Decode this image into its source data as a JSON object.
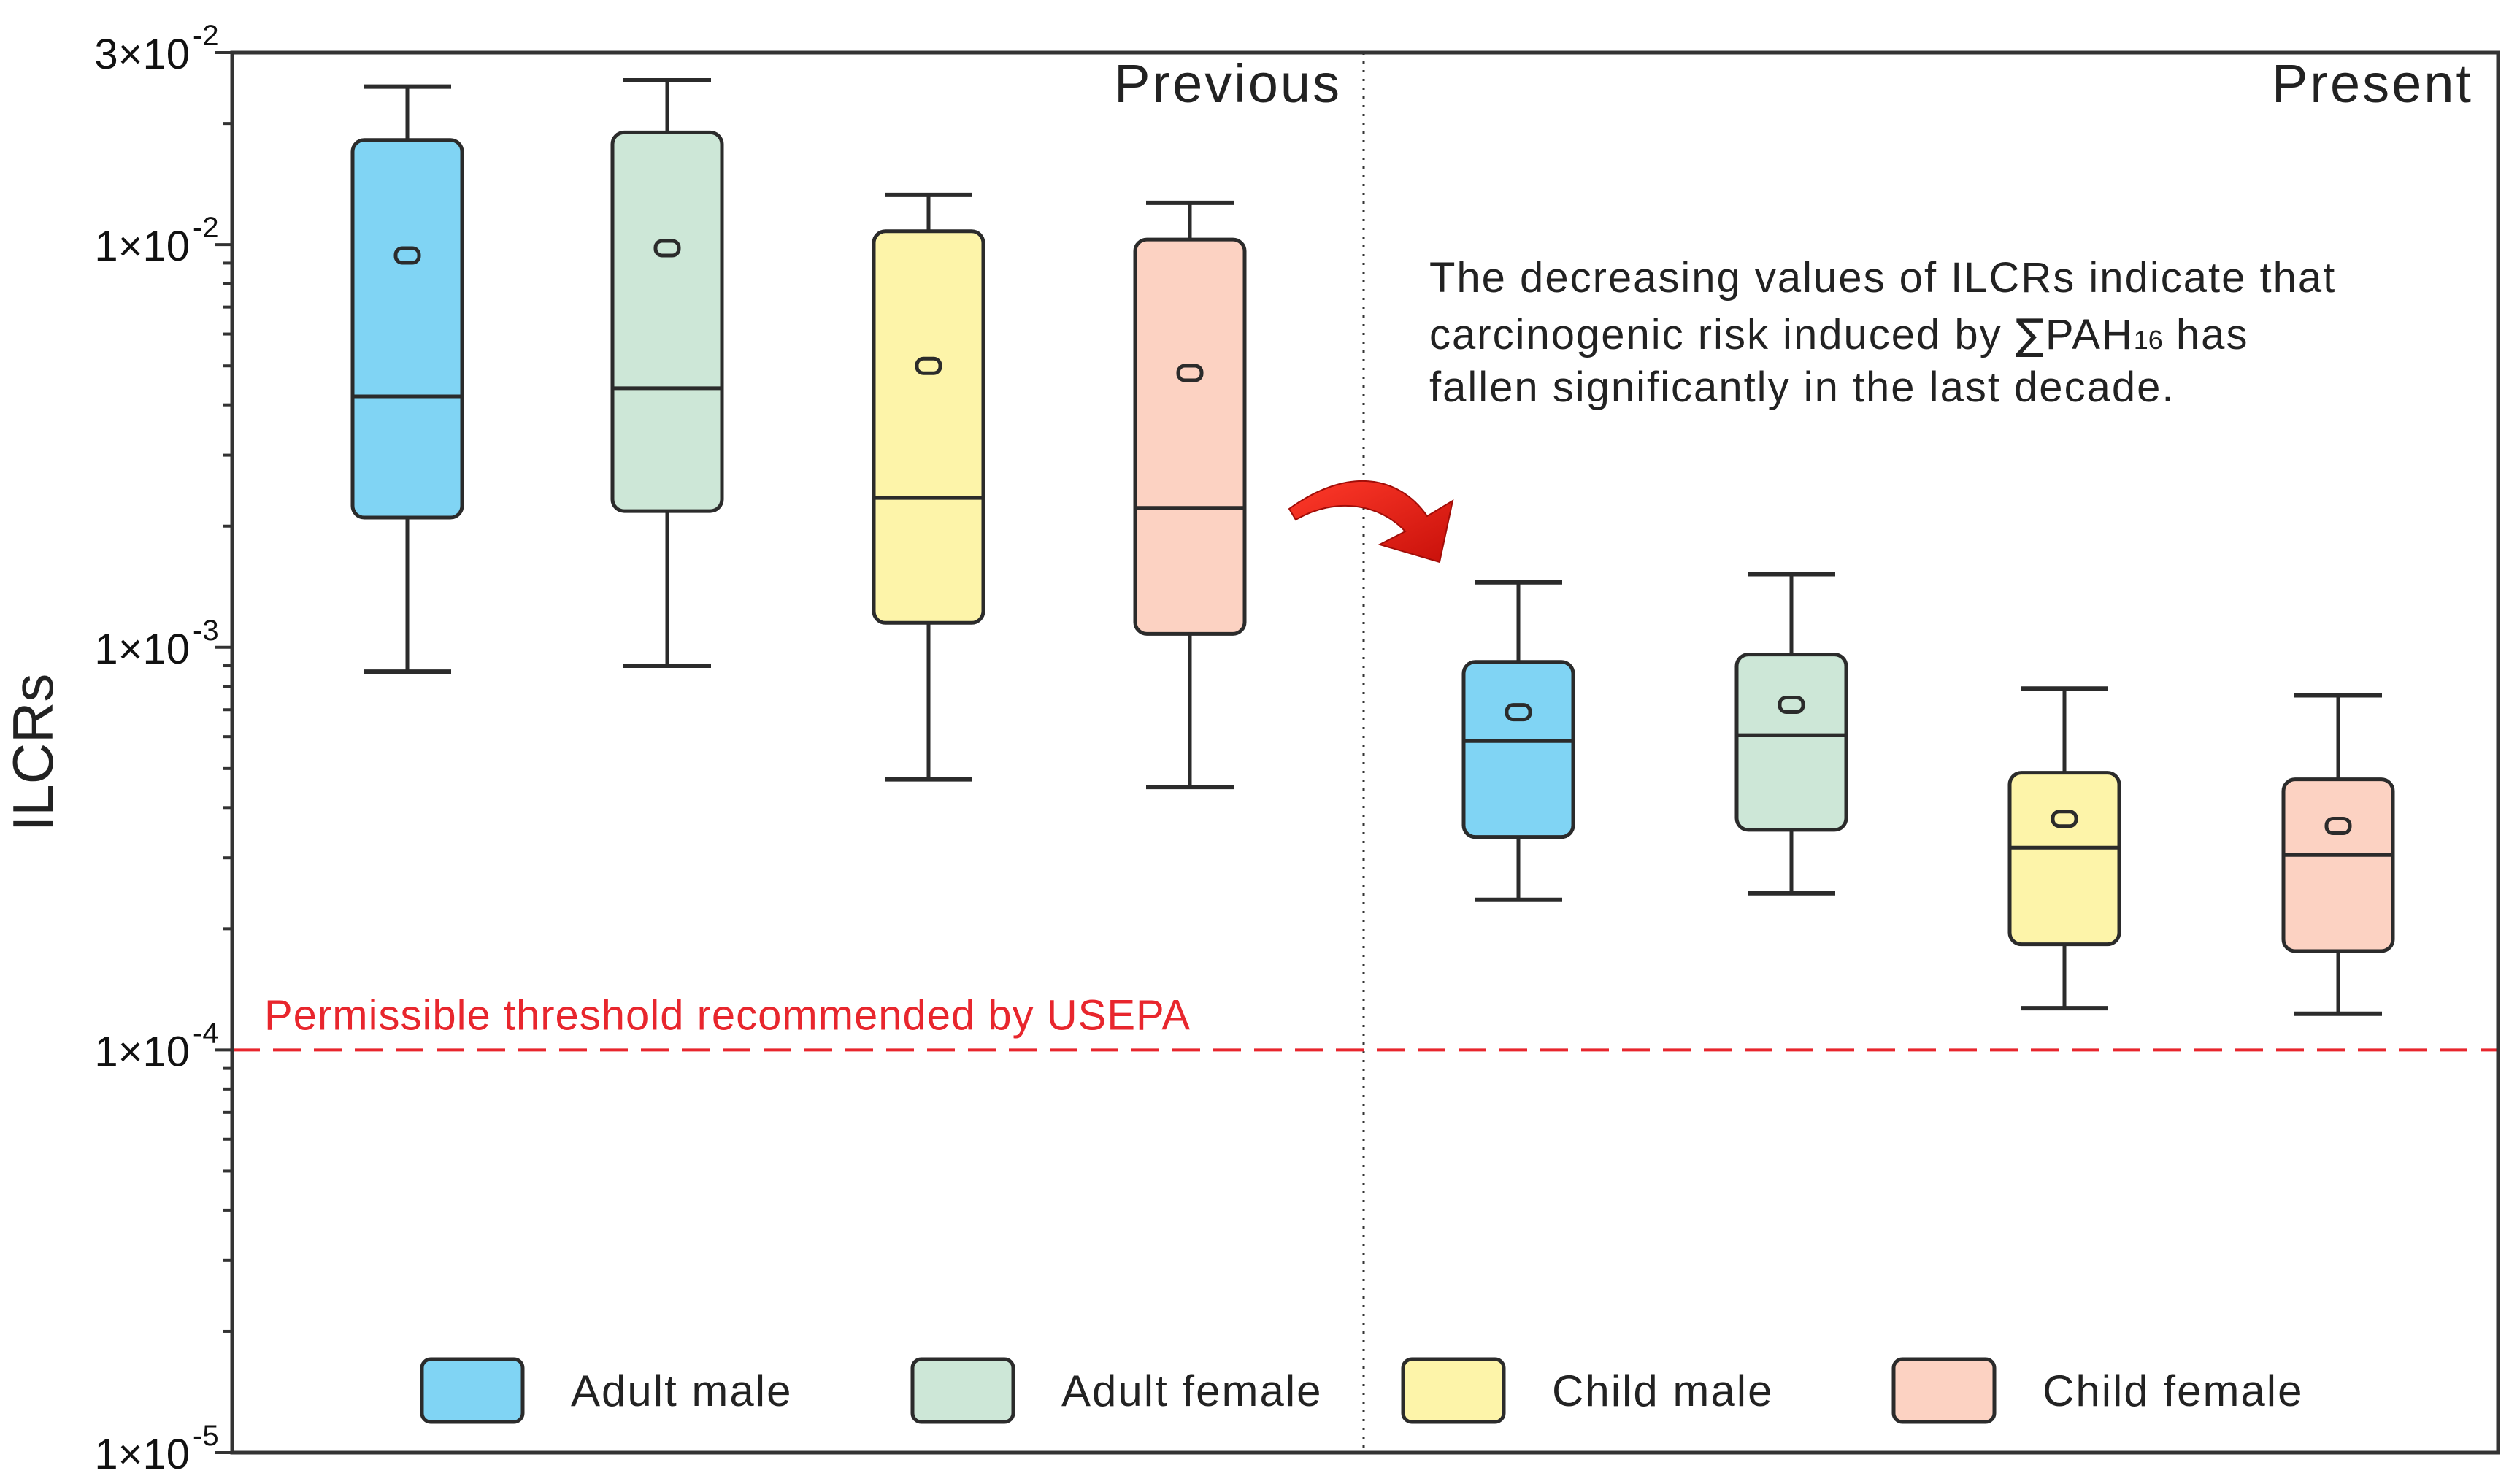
{
  "chart_data": {
    "type": "boxplot",
    "ylabel": "ILCRs",
    "yscale": "log",
    "ylim": [
      1e-05,
      0.03
    ],
    "yticks": [
      {
        "value": 0.03,
        "mantissa": "3×10",
        "exp": "-2"
      },
      {
        "value": 0.01,
        "mantissa": "1×10",
        "exp": "-2"
      },
      {
        "value": 0.001,
        "mantissa": "1×10",
        "exp": "-3"
      },
      {
        "value": 0.0001,
        "mantissa": "1×10",
        "exp": "-4"
      },
      {
        "value": 1e-05,
        "mantissa": "1×10",
        "exp": "-5"
      }
    ],
    "panels": [
      {
        "label": "Previous",
        "align": "left-half"
      },
      {
        "label": "Present",
        "align": "right-half"
      }
    ],
    "annotation": {
      "line1": "The  decreasing values of ILCRs indicate that",
      "line2_pre": "carcinogenic risk induced by ",
      "sigma": "∑",
      "pah": "PAH",
      "sub": "16",
      "line2_post": " has",
      "line3": "fallen significantly in the last decade."
    },
    "threshold": {
      "value": 0.0001,
      "label": "Permissible threshold recommended by USEPA",
      "color": "#e8262d"
    },
    "series": [
      {
        "name": "Adult male",
        "color": "#80d4f4"
      },
      {
        "name": "Adult female",
        "color": "#cde7d7"
      },
      {
        "name": "Child male",
        "color": "#fdf4a9"
      },
      {
        "name": "Child female",
        "color": "#fcd2c2"
      }
    ],
    "boxes": [
      {
        "period": "Previous",
        "series": "Adult male",
        "whisker_low": 0.00087,
        "q1": 0.0021,
        "median": 0.0042,
        "q3": 0.0182,
        "whisker_high": 0.0247,
        "mean": 0.0094
      },
      {
        "period": "Previous",
        "series": "Adult female",
        "whisker_low": 0.0009,
        "q1": 0.00218,
        "median": 0.0044,
        "q3": 0.019,
        "whisker_high": 0.0256,
        "mean": 0.0098
      },
      {
        "period": "Previous",
        "series": "Child male",
        "whisker_low": 0.00047,
        "q1": 0.00115,
        "median": 0.00235,
        "q3": 0.0108,
        "whisker_high": 0.0133,
        "mean": 0.005
      },
      {
        "period": "Previous",
        "series": "Child female",
        "whisker_low": 0.00045,
        "q1": 0.00108,
        "median": 0.00222,
        "q3": 0.0103,
        "whisker_high": 0.0127,
        "mean": 0.0048
      },
      {
        "period": "Present",
        "series": "Adult male",
        "whisker_low": 0.000236,
        "q1": 0.000338,
        "median": 0.000585,
        "q3": 0.00092,
        "whisker_high": 0.00145,
        "mean": 0.00069
      },
      {
        "period": "Present",
        "series": "Adult female",
        "whisker_low": 0.000245,
        "q1": 0.000352,
        "median": 0.000605,
        "q3": 0.00096,
        "whisker_high": 0.00152,
        "mean": 0.00072
      },
      {
        "period": "Present",
        "series": "Child male",
        "whisker_low": 0.000127,
        "q1": 0.000183,
        "median": 0.000318,
        "q3": 0.000488,
        "whisker_high": 0.00079,
        "mean": 0.000375
      },
      {
        "period": "Present",
        "series": "Child female",
        "whisker_low": 0.000123,
        "q1": 0.000176,
        "median": 0.000305,
        "q3": 0.00047,
        "whisker_high": 0.00076,
        "mean": 0.00036
      }
    ]
  }
}
